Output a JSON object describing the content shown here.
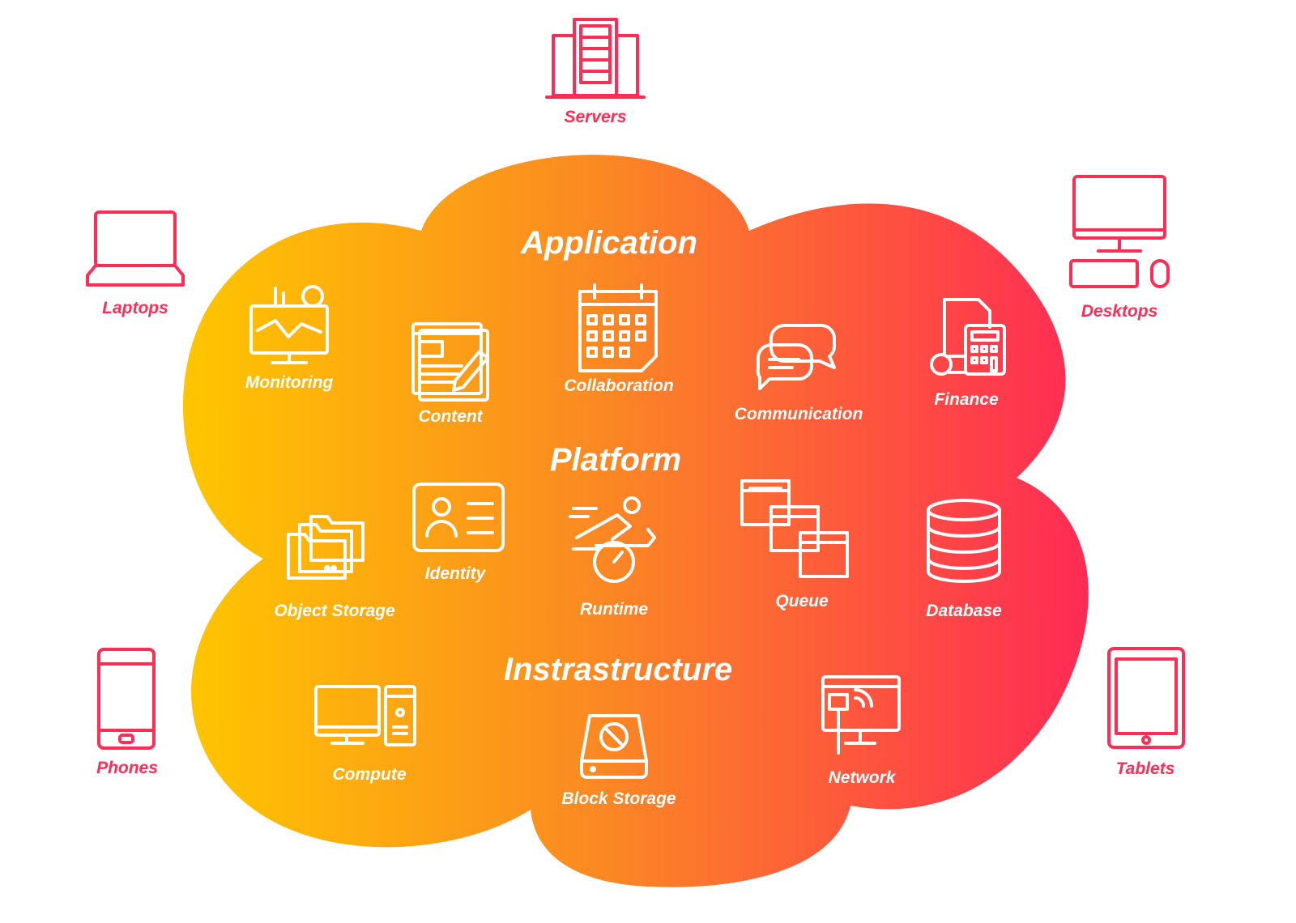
{
  "colors": {
    "accent": "#ff2d55",
    "gradient_start": "#ffc600",
    "gradient_mid": "#fb8a22",
    "gradient_end": "#ff2a55"
  },
  "devices": {
    "servers": "Servers",
    "laptops": "Laptops",
    "desktops": "Desktops",
    "phones": "Phones",
    "tablets": "Tablets"
  },
  "layers": {
    "application": "Application",
    "platform": "Platform",
    "infrastructure": "Instrastructure"
  },
  "application": {
    "monitoring": "Monitoring",
    "content": "Content",
    "collaboration": "Collaboration",
    "communication": "Communication",
    "finance": "Finance"
  },
  "platform": {
    "object_storage": "Object Storage",
    "identity": "Identity",
    "runtime": "Runtime",
    "queue": "Queue",
    "database": "Database"
  },
  "infrastructure": {
    "compute": "Compute",
    "block_storage": "Block Storage",
    "network": "Network"
  }
}
